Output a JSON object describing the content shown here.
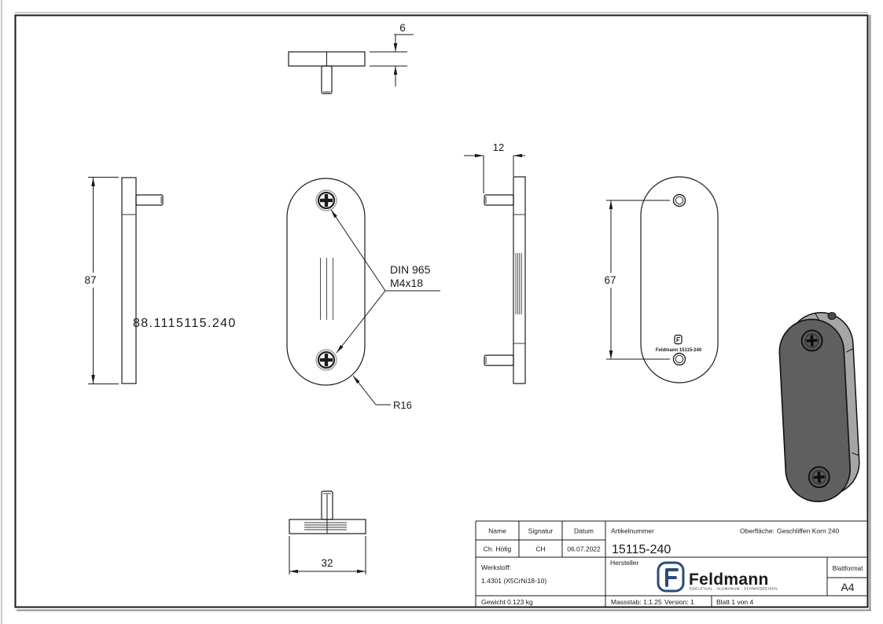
{
  "views": {
    "top": {
      "dim_thickness": "6"
    },
    "left": {
      "dim_height": "87",
      "article_label": "88.1115115.240"
    },
    "front": {
      "screw_note_line1": "DIN 965",
      "screw_note_line2": "M4x18",
      "radius_label": "R16"
    },
    "side": {
      "dim_depth": "12"
    },
    "back": {
      "dim_hole_distance": "67",
      "engraving": "Feldmann 15115-240"
    },
    "bottom": {
      "dim_width": "32"
    }
  },
  "title_block": {
    "name_label": "Name",
    "signature_label": "Signatur",
    "date_label": "Datum",
    "name_value": "Ch. Höfig",
    "signature_value": "CH",
    "date_value": "06.07.2022",
    "article_number_label": "Artikelnummer",
    "article_number_value": "15115-240",
    "surface_label": "Oberfläche:",
    "surface_value": "Geschliffen Korn 240",
    "material_label": "Werkstoff:",
    "material_value": "1.4301 (X5CrNi18-10)",
    "manufacturer_label": "Hersteller",
    "sheet_format_label": "Blattformat",
    "sheet_format_value": "A4",
    "weight_value": "Gewicht 0.123 kg",
    "scale_value": "Massstab: 1:1.25",
    "version_value": "Version: 1",
    "sheet_value": "Blatt 1 von 4",
    "logo": {
      "brand": "Feldmann",
      "tagline": "EDELSTAHL · ALUMINIUM · SCHMIEDEEISEN"
    }
  },
  "colors": {
    "line": "#1a1a1a",
    "shade": "#8a8a8a",
    "logo_blue": "#2b4a7d",
    "iso_front": "#5f5f5f",
    "iso_side": "#a6a6a6",
    "iso_screw": "#585858"
  }
}
